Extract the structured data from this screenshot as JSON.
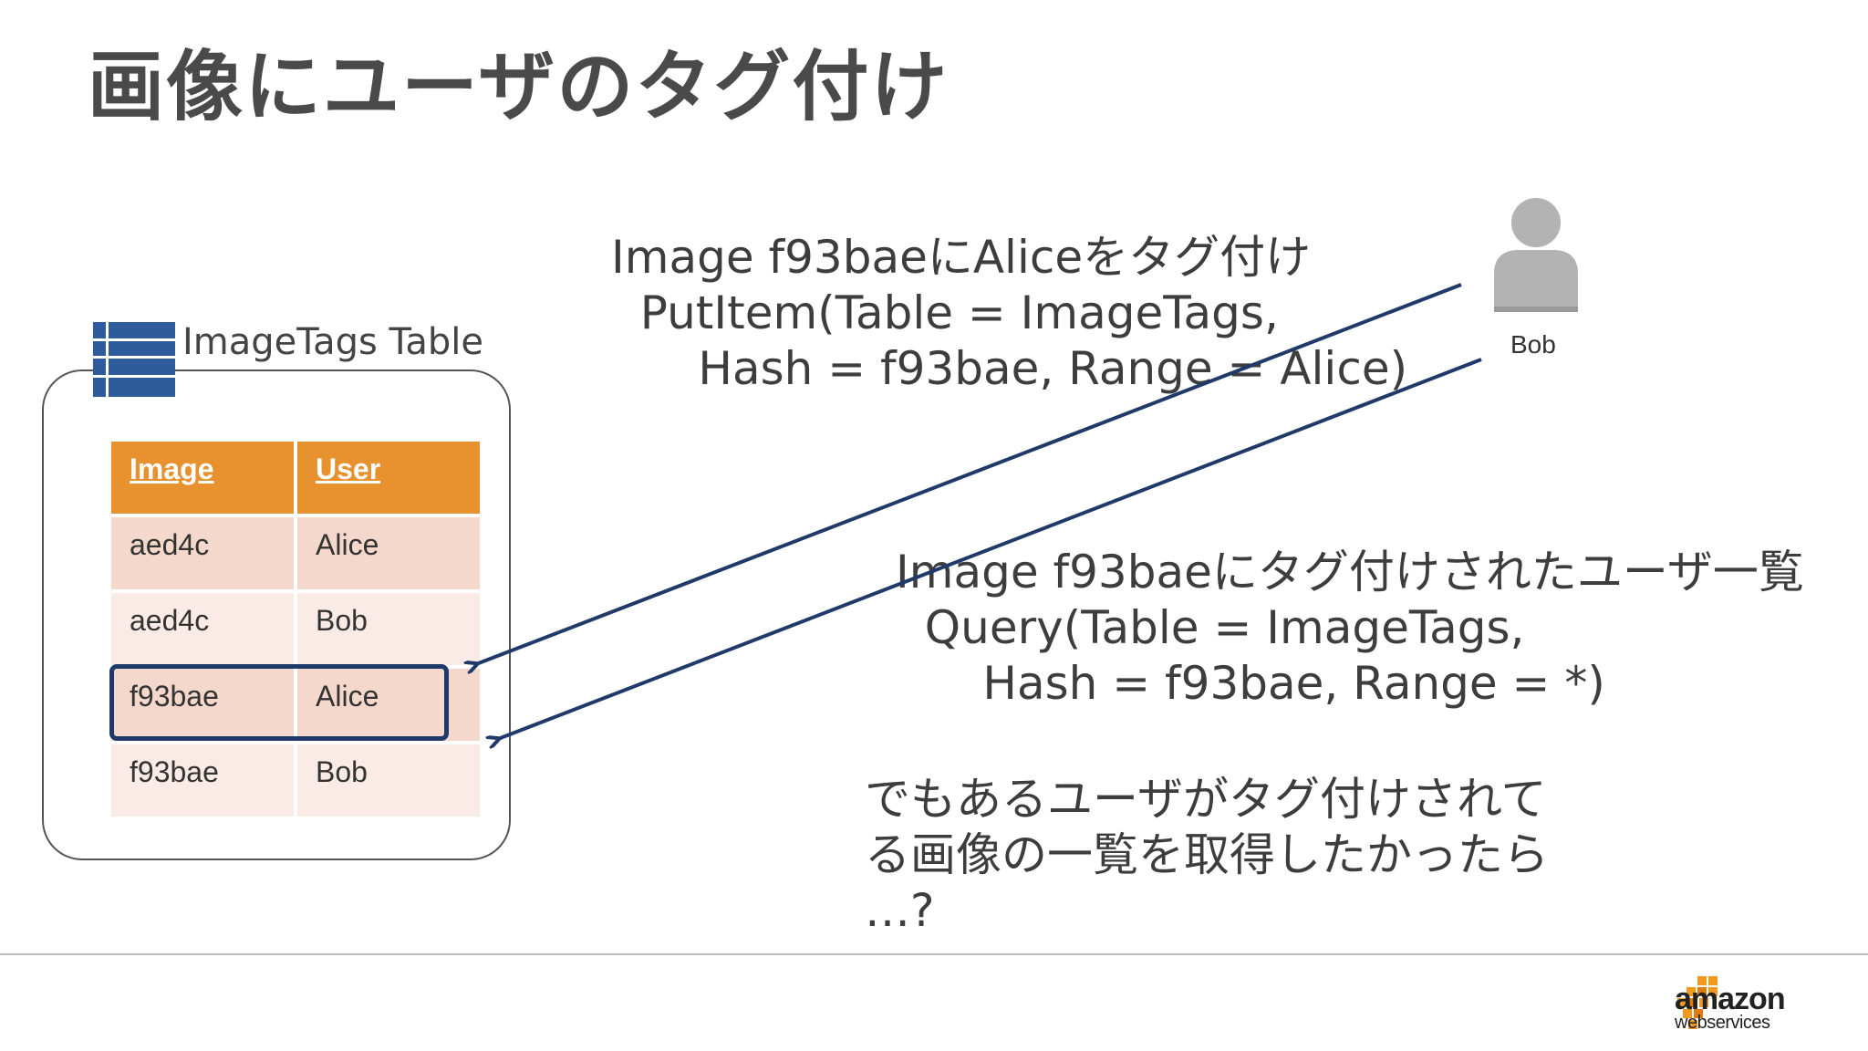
{
  "title": "画像にユーザのタグ付け",
  "table": {
    "caption": "ImageTags Table",
    "headers": [
      "Image",
      "User"
    ],
    "rows": [
      [
        "aed4c",
        "Alice"
      ],
      [
        "aed4c",
        "Bob"
      ],
      [
        "f93bae",
        "Alice"
      ],
      [
        "f93bae",
        "Bob"
      ]
    ],
    "highlighted_row": 2
  },
  "put_item": {
    "line1": "Image f93baeにAliceをタグ付け",
    "line2": "PutItem(Table = ImageTags,",
    "line3": "Hash = f93bae, Range = Alice)"
  },
  "query": {
    "line1": "Image f93baeにタグ付けされたユーザ一覧",
    "line2": "Query(Table = ImageTags,",
    "line3": "Hash = f93bae, Range = *)"
  },
  "question": {
    "line1": "でもあるユーザがタグ付けされて",
    "line2": "る画像の一覧を取得したかったら",
    "line3": "…?"
  },
  "user": {
    "name": "Bob",
    "icon": "user-silhouette-icon"
  },
  "logo": {
    "word": "amazon",
    "sub": "webservices"
  },
  "colors": {
    "header": "#e8912f",
    "row_odd": "#f5d8cc",
    "row_even": "#fbebe6",
    "arrow": "#1f3a68",
    "highlight": "#1f3a68",
    "user_icon": "#b3b3b3",
    "aws_orange": "#f29a1f"
  }
}
